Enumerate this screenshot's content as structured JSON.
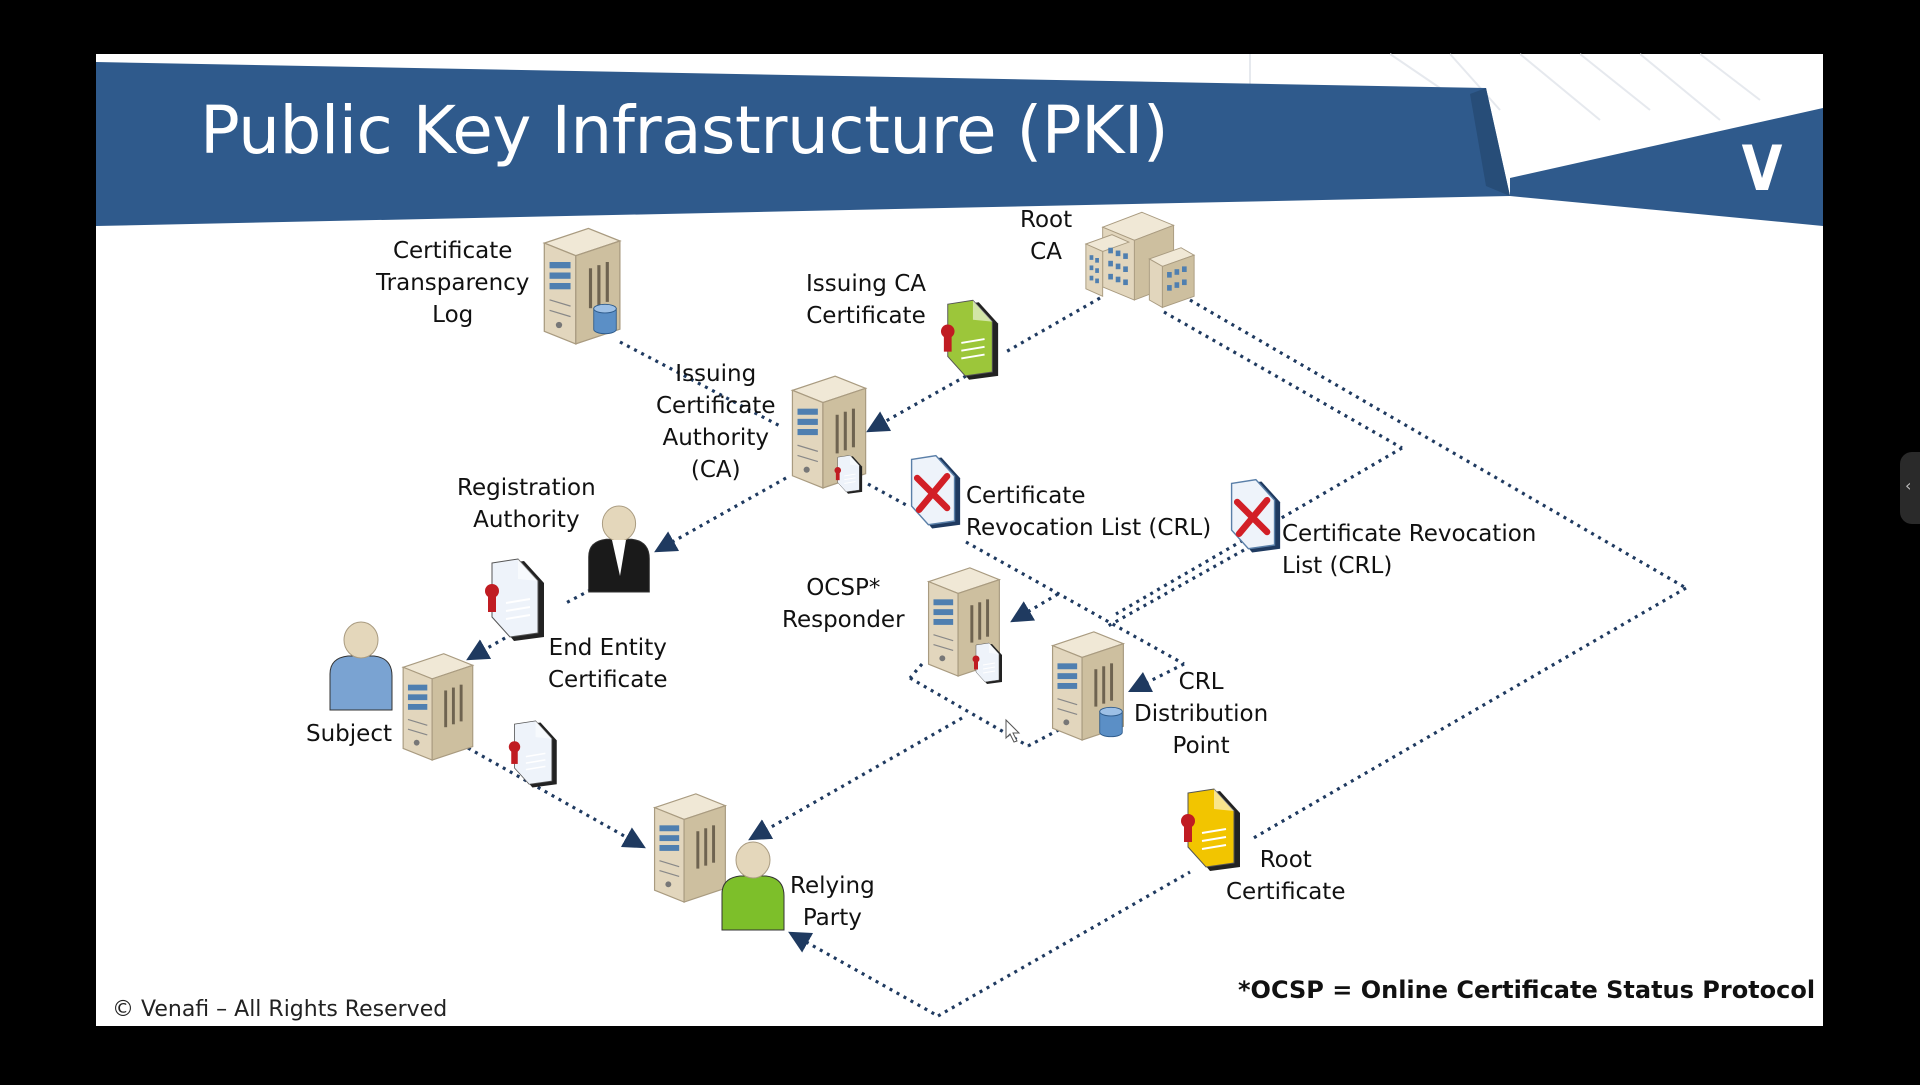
{
  "slide": {
    "title": "Public Key Infrastructure (PKI)",
    "logo": "V",
    "footnote": "*OCSP = Online Certificate Status Protocol",
    "copyright": "© Venafi – All Rights Reserved"
  },
  "nodes": {
    "ct_log": [
      "Certificate",
      "Transparency",
      "Log"
    ],
    "root_ca": [
      "Root",
      "CA"
    ],
    "issuing_ca_cert": [
      "Issuing CA",
      "Certificate"
    ],
    "issuing_ca": [
      "Issuing",
      "Certificate",
      "Authority",
      "(CA)"
    ],
    "registration_authority": [
      "Registration",
      "Authority"
    ],
    "crl_1": [
      "Certificate",
      "Revocation List (CRL)"
    ],
    "crl_2": [
      "Certificate Revocation",
      "List (CRL)"
    ],
    "end_entity_cert": [
      "End Entity",
      "Certificate"
    ],
    "ocsp_responder": [
      "OCSP*",
      "Responder"
    ],
    "subject": "Subject",
    "crl_distribution_point": [
      "CRL",
      "Distribution",
      "Point"
    ],
    "relying_party": [
      "Relying",
      "Party"
    ],
    "root_certificate": [
      "Root",
      "Certificate"
    ]
  },
  "icons": {
    "server": "server-icon",
    "building": "building-icon",
    "certificate": "certificate-icon",
    "revoked": "revoked-certificate-icon",
    "person": "person-icon",
    "database": "database-icon"
  },
  "colors": {
    "banner": "#2f5a8c",
    "slide_bg": "#ffffff",
    "connector": "#1f3a60",
    "server": "#e4d8be",
    "green_cert": "#9cc63a",
    "yellow_cert": "#f2c500",
    "revoke_red": "#d21f26",
    "person_blue": "#7aa3d2",
    "person_green": "#7dbf2a"
  }
}
